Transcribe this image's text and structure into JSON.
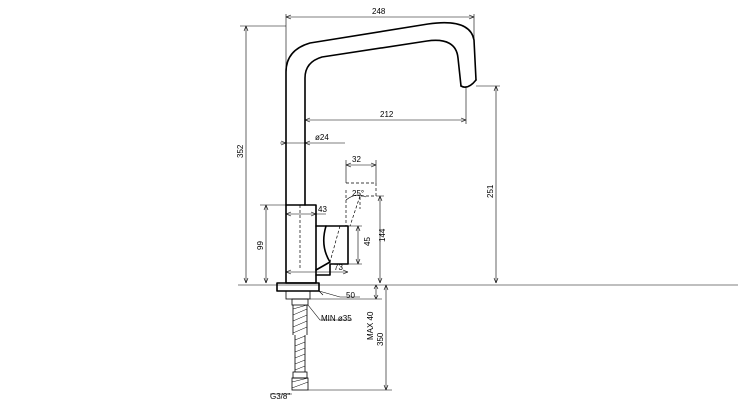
{
  "dimensions": {
    "total_width": "248",
    "spout_reach": "212",
    "pipe_diameter": "ø24",
    "total_height": "352",
    "spout_height": "251",
    "body_height": "99",
    "lever_width": "32",
    "lever_angle": "25°",
    "body_depth": "43",
    "lever_block_height": "45",
    "lever_height": "144",
    "body_front": "73",
    "base_width": "50",
    "min_hole": "MIN ø35",
    "max_deck": "MAX 40",
    "hose_length": "350",
    "thread": "G3/8\""
  }
}
